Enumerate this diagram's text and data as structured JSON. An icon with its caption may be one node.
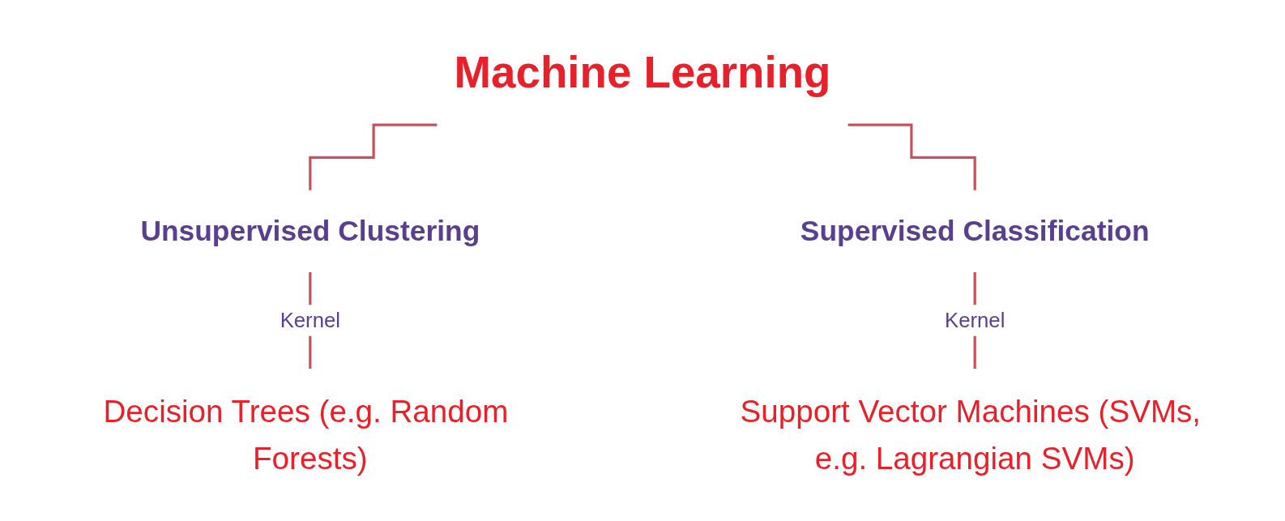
{
  "diagram": {
    "nodes": [
      {
        "text": [
          "Machine Learning"
        ]
      },
      {
        "text": [
          "Unsupervised Clustering"
        ]
      },
      {
        "text": [
          "Supervised Classification"
        ]
      },
      {
        "text": [
          "Decision Trees (e.g. Random Forests)"
        ]
      },
      {
        "text": [
          "Support Vector Machines (SVMs, e.g. Lagrangian SVMs)"
        ]
      }
    ],
    "edges": [
      {
        "from": 0,
        "to": 1,
        "arrow": "none"
      },
      {
        "from": 0,
        "to": 2,
        "arrow": "none"
      },
      {
        "from": 1,
        "to": 3,
        "label": "Kernel",
        "arrow": "none"
      },
      {
        "from": 2,
        "to": 4,
        "label": "Kernel",
        "arrow": "none"
      }
    ]
  }
}
